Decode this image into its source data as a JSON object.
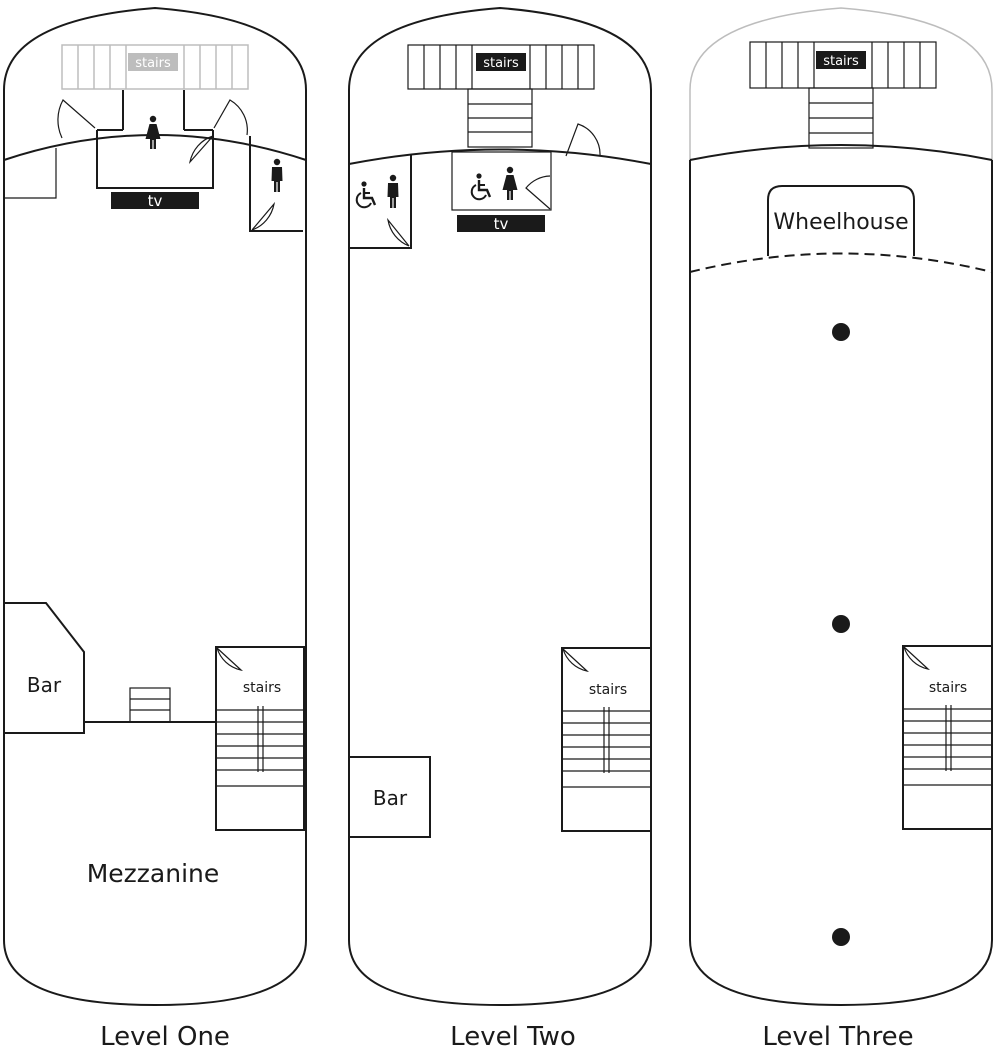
{
  "levels": [
    {
      "title": "Level One",
      "tv_label": "tv",
      "stairs_top_label": "stairs",
      "stairs_side_label": "stairs",
      "bar_label": "Bar",
      "area_label": "Mezzanine",
      "restroom_icons": [
        "woman-icon",
        "man-icon"
      ]
    },
    {
      "title": "Level Two",
      "tv_label": "tv",
      "stairs_top_label": "stairs",
      "stairs_side_label": "stairs",
      "bar_label": "Bar",
      "restroom_icons": [
        "wheelchair-icon",
        "man-icon",
        "wheelchair-icon",
        "woman-icon"
      ]
    },
    {
      "title": "Level Three",
      "stairs_top_label": "stairs",
      "stairs_side_label": "stairs",
      "wheelhouse_label": "Wheelhouse",
      "column_markers": 3
    }
  ],
  "colors": {
    "line": "#1a1a1a",
    "faded_line": "#bdbdbd",
    "label_fill": "#1a1a1a",
    "label_text": "#ffffff"
  }
}
